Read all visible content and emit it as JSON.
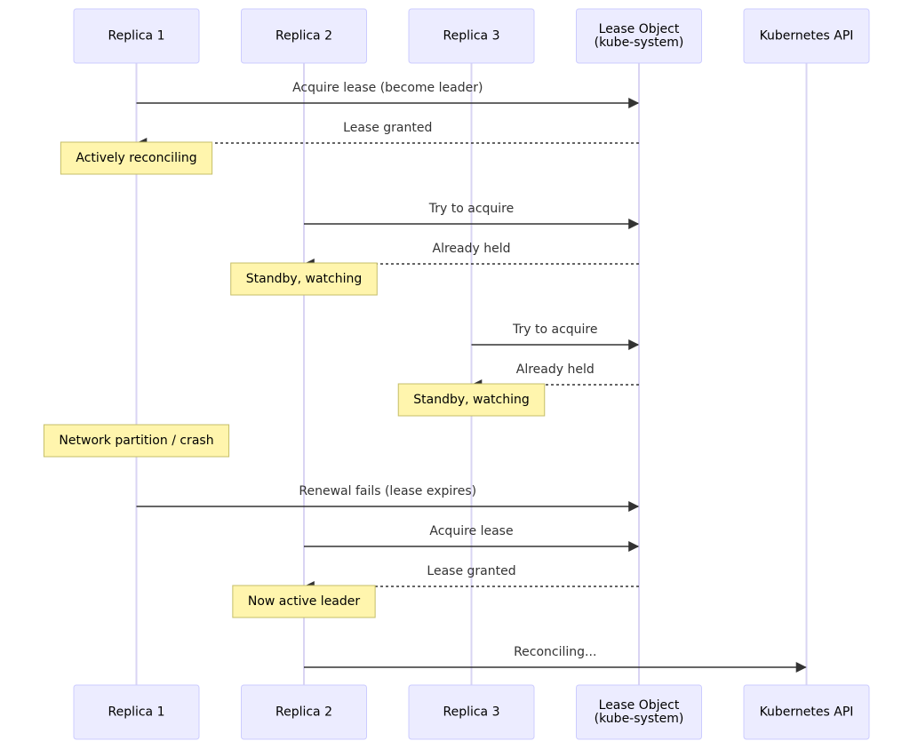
{
  "participants": [
    {
      "id": "r1",
      "lines": [
        "Replica 1"
      ]
    },
    {
      "id": "r2",
      "lines": [
        "Replica 2"
      ]
    },
    {
      "id": "r3",
      "lines": [
        "Replica 3"
      ]
    },
    {
      "id": "lease",
      "lines": [
        "Lease Object",
        "(kube-system)"
      ]
    },
    {
      "id": "api",
      "lines": [
        "Kubernetes API"
      ]
    }
  ],
  "steps": [
    {
      "kind": "message",
      "from": "r1",
      "to": "lease",
      "style": "solid",
      "text": "Acquire lease (become leader)"
    },
    {
      "kind": "message",
      "from": "lease",
      "to": "r1",
      "style": "dashed",
      "text": "Lease granted"
    },
    {
      "kind": "note",
      "over": "r1",
      "text": "Actively reconciling"
    },
    {
      "kind": "message",
      "from": "r2",
      "to": "lease",
      "style": "solid",
      "text": "Try to acquire"
    },
    {
      "kind": "message",
      "from": "lease",
      "to": "r2",
      "style": "dashed",
      "text": "Already held"
    },
    {
      "kind": "note",
      "over": "r2",
      "text": "Standby, watching"
    },
    {
      "kind": "message",
      "from": "r3",
      "to": "lease",
      "style": "solid",
      "text": "Try to acquire"
    },
    {
      "kind": "message",
      "from": "lease",
      "to": "r3",
      "style": "dashed",
      "text": "Already held"
    },
    {
      "kind": "note",
      "over": "r3",
      "text": "Standby, watching"
    },
    {
      "kind": "note",
      "over": "r1",
      "text": "Network partition / crash"
    },
    {
      "kind": "message",
      "from": "r1",
      "to": "lease",
      "style": "solid",
      "text": "Renewal fails (lease expires)"
    },
    {
      "kind": "message",
      "from": "r2",
      "to": "lease",
      "style": "solid",
      "text": "Acquire lease"
    },
    {
      "kind": "message",
      "from": "lease",
      "to": "r2",
      "style": "dashed",
      "text": "Lease granted"
    },
    {
      "kind": "note",
      "over": "r2",
      "text": "Now active leader"
    },
    {
      "kind": "message",
      "from": "r2",
      "to": "api",
      "style": "solid",
      "text": "Reconciling..."
    }
  ],
  "colors": {
    "actor_fill": "#ECECFF",
    "actor_border": "#CCCCFF",
    "lifeline": "#D9D4F3",
    "arrow": "#333333",
    "note_fill": "#FFF5AD",
    "note_border": "#C5BE69"
  }
}
